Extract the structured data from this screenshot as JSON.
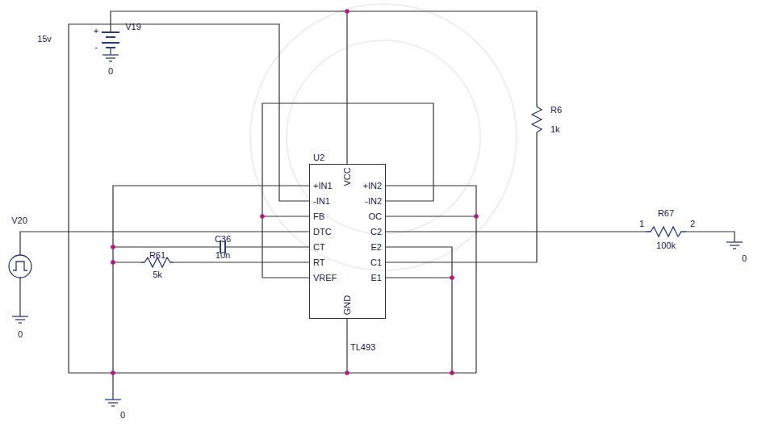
{
  "diagram": {
    "nodes": [
      {
        "text": [
          "U2",
          "TL493"
        ]
      }
    ],
    "labels": [
      "V19",
      "15v",
      "+",
      "-",
      "0",
      "R6",
      "1k",
      "+IN1",
      "-IN1",
      "FB",
      "DTC",
      "CT",
      "RT",
      "VREF",
      "+IN2",
      "-IN2",
      "OC",
      "C2",
      "E2",
      "C1",
      "E1",
      "VCC",
      "GND",
      "V20",
      "0",
      "R61",
      "5k",
      "C36",
      "10n",
      "R67",
      "1",
      "2",
      "100k",
      "0",
      "0"
    ]
  }
}
